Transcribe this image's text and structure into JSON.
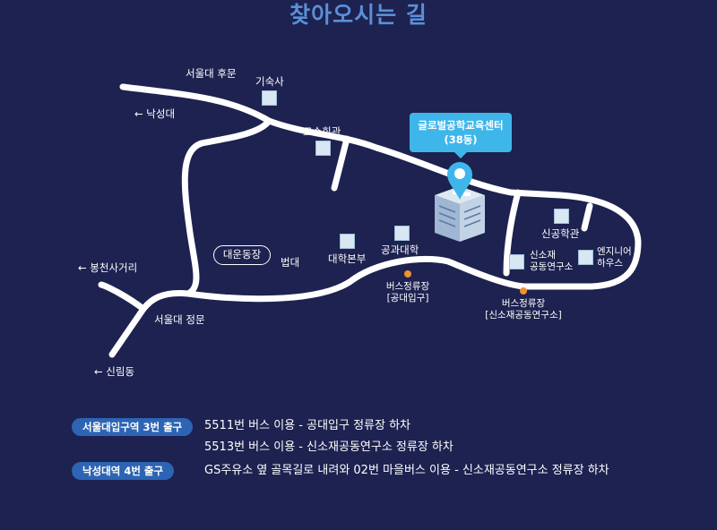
{
  "title": "찾아오시는 길",
  "colors": {
    "background": "#1d2250",
    "title": "#5b8fd6",
    "road": "#ffffff",
    "callout": "#3fb6ea",
    "bus_stop": "#f0912f",
    "badge": "#2d64b4"
  },
  "map": {
    "roads": {
      "rear_gate": "서울대 후문",
      "main_gate": "서울대 정문",
      "to_nakseongdae": "← 낙성대",
      "to_bongcheon": "← 봉천사거리",
      "to_sillim": "← 신림동"
    },
    "buildings": {
      "dormitory": "기숙사",
      "faculty_club": "교수회관",
      "main_admin": "대학본부",
      "engineering": "공과대학",
      "new_engineering": "신공학관",
      "sinsojae_line1": "신소재",
      "sinsojae_line2": "공동연구소",
      "engineer_house_line1": "엔지니어",
      "engineer_house_line2": "하우스",
      "stadium": "대운동장",
      "law_school": "법대"
    },
    "destination": {
      "name": "글로벌공학교육센터",
      "number": "(38동)",
      "icon": "map-pin-icon"
    },
    "bus_stops": [
      {
        "name": "버스정류장",
        "detail": "[공대입구]"
      },
      {
        "name": "버스정류장",
        "detail": "[신소재공동연구소]"
      }
    ]
  },
  "directions": [
    {
      "station": "서울대입구역 3번 출구",
      "routes": [
        "5511번 버스 이용 - 공대입구 정류장 하차",
        "5513번 버스 이용 - 신소재공동연구소 정류장 하차"
      ]
    },
    {
      "station": "낙성대역 4번 출구",
      "routes": [
        "GS주유소 옆 골목길로 내려와 02번 마을버스 이용 - 신소재공동연구소 정류장 하차"
      ]
    }
  ]
}
